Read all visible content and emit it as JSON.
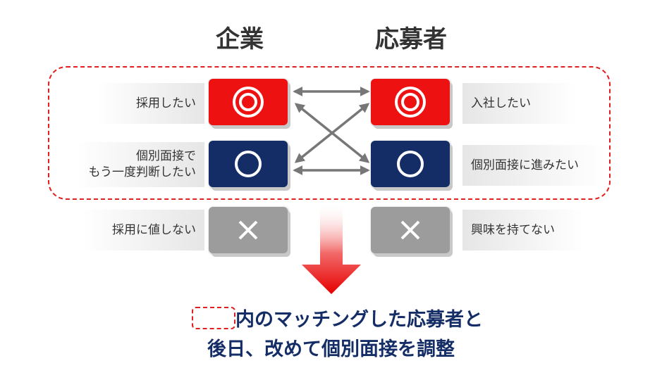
{
  "headers": {
    "company": "企業",
    "applicant": "応募者"
  },
  "rows": [
    {
      "left": "採用したい",
      "right": "入社したい",
      "symbol": "◎"
    },
    {
      "left": "個別面接で\nもう一度判断したい",
      "right": "個別面接に進みたい",
      "symbol": "○"
    },
    {
      "left": "採用に値しない",
      "right": "興味を持てない",
      "symbol": "×"
    }
  ],
  "footer": {
    "line1": "内のマッチングした応募者と",
    "line2": "後日、改めて個別面接を調整"
  },
  "colors": {
    "red": "#ee1111",
    "navy": "#142d66",
    "gray": "#9c9c9c",
    "dash": "#e02020",
    "arrow": "#777777"
  }
}
